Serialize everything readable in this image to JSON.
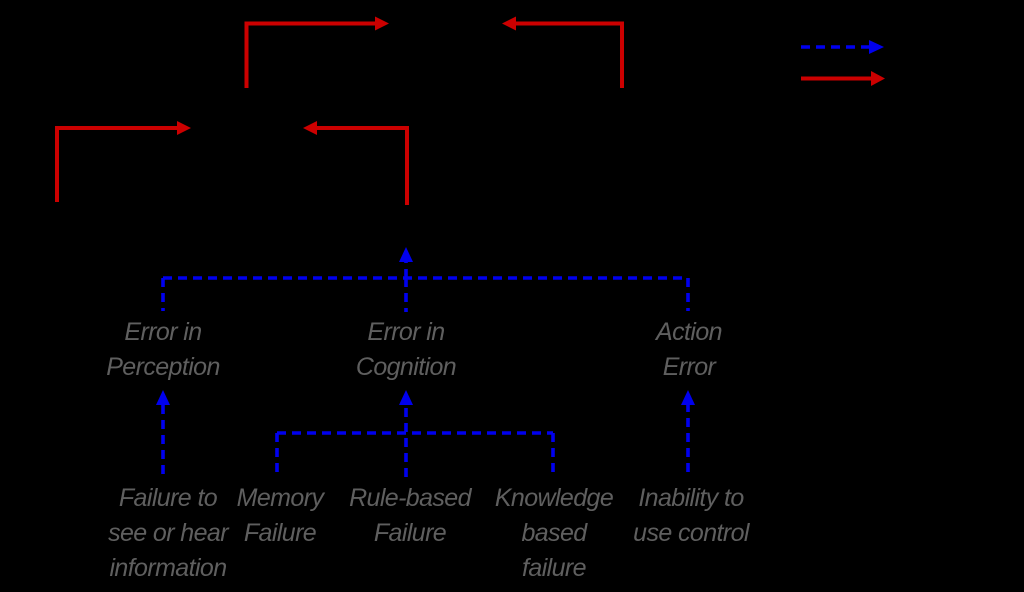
{
  "diagram": {
    "colors": {
      "background": "#000000",
      "red_arrow": "#cc0000",
      "blue_arrow": "#0000ee",
      "label_text": "#5f5f5f"
    },
    "legend": {
      "items": [
        {
          "icon": "blue-dashed-arrow-icon"
        },
        {
          "icon": "red-solid-arrow-icon"
        }
      ]
    },
    "nodes": {
      "error_perception": "Error in\nPerception",
      "error_cognition": "Error in\nCognition",
      "action_error": "Action\nError",
      "failure_see_hear": "Failure to\nsee or hear\ninformation",
      "memory_failure": "Memory\nFailure",
      "rule_based_failure": "Rule-based\nFailure",
      "knowledge_based_failure": "Knowledge\nbased\nfailure",
      "inability_use_control": "Inability to\nuse control"
    }
  }
}
